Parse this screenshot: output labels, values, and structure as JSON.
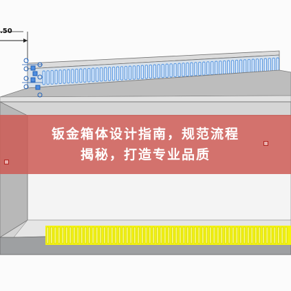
{
  "dimension": {
    "value": ".50"
  },
  "banner": {
    "line1": "钣金箱体设计指南，规范流程",
    "line2": "揭秘，打造专业品质"
  },
  "colors": {
    "vent_blue": "#4a8fe0",
    "vent_yellow": "#f4f40e",
    "banner_red": "#cd5c56",
    "frame_gray": "#8f9294",
    "panel_light": "#f2f2f2"
  }
}
